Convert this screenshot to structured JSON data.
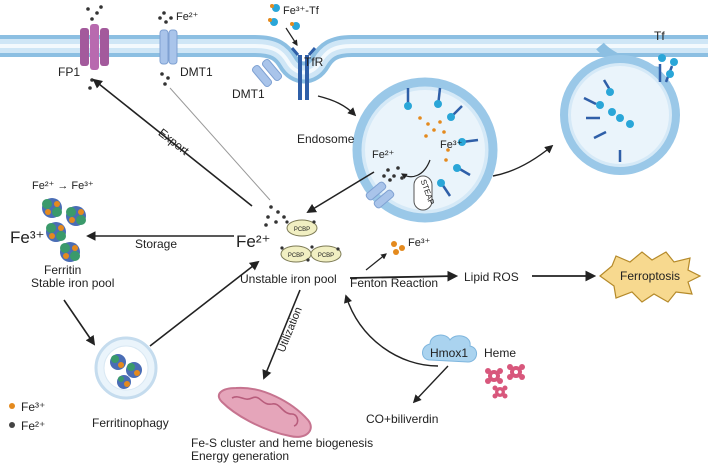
{
  "labels": {
    "fp1": "FP1",
    "dmt1_top": "DMT1",
    "dmt1_left": "DMT1",
    "fe2_top": "Fe²⁺",
    "fe3_tf": "Fe³⁺-Tf",
    "tfr": "TfR",
    "tf": "Tf",
    "endosome": "Endosome",
    "fe2_endo": "Fe²⁺",
    "fe3_endo": "Fe³⁺",
    "steap": "STEAP",
    "export": "Export",
    "fe_conversion": "Fe²⁺ → Fe³⁺",
    "fe3_ferritin": "Fe³⁺",
    "storage": "Storage",
    "fe2_center": "Fe²⁺",
    "pcbp": "PCBP",
    "ferritin": "Ferritin",
    "stable_pool": "Stable iron pool",
    "unstable_pool": "Unstable iron pool",
    "fe3_fenton": "Fe³⁺",
    "fenton": "Fenton Reaction",
    "lipid_ros": "Lipid ROS",
    "ferroptosis": "Ferroptosis",
    "utilization": "Utilization",
    "hmox1": "Hmox1",
    "heme": "Heme",
    "co_biliverdin": "CO+biliverdin",
    "ferritinophagy": "Ferritinophagy",
    "fes_line1": "Fe-S cluster and heme biogenesis",
    "fes_line2": "Energy generation"
  },
  "legend": {
    "fe3": "Fe³⁺",
    "fe2": "Fe²⁺"
  },
  "colors": {
    "membrane": "#b9d9f0",
    "membrane_edge": "#8cbfe2",
    "fp1": "#a35a9c",
    "dmt1": "#a9c4ea",
    "receptor": "#2f5fa8",
    "tf_ball": "#2aa6d8",
    "fe3_dot": "#e48a1e",
    "fe2_dot": "#333333",
    "ferritin_green": "#3a9a6b",
    "ferritin_blue": "#4a6db5",
    "pcbp": "#f1efc2",
    "ferroptosis": "#f7d98f",
    "mito": "#e5a5ba",
    "heme": "#d8577c",
    "cloud": "#aad3ef"
  }
}
